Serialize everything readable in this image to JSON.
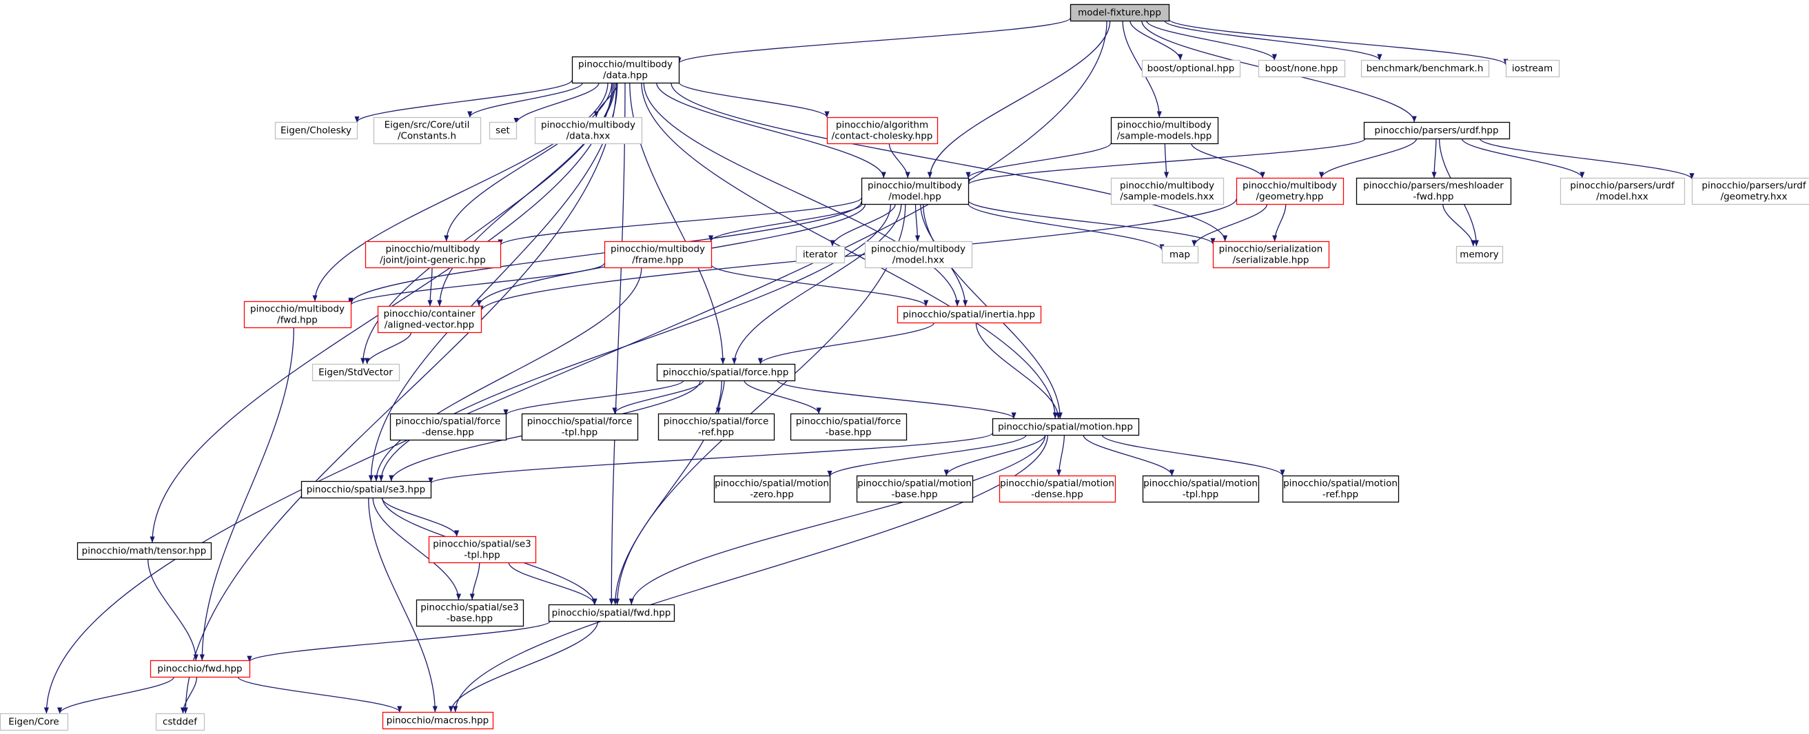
{
  "colors": {
    "background": "#ffffff",
    "edge": "#191970",
    "border_normal": "#000000",
    "border_missing": "#bfbfbf",
    "border_truncated": "#ff0000",
    "root_fill": "#bfbfbf",
    "node_fill": "#ffffff"
  },
  "nodes": [
    {
      "id": "model_fixture",
      "lines": [
        "model-fixture.hpp"
      ],
      "style": "root"
    },
    {
      "id": "multibody_data",
      "lines": [
        "pinocchio/multibody",
        "/data.hpp"
      ],
      "style": "normal"
    },
    {
      "id": "boost_optional",
      "lines": [
        "boost/optional.hpp"
      ],
      "style": "missing"
    },
    {
      "id": "boost_none",
      "lines": [
        "boost/none.hpp"
      ],
      "style": "missing"
    },
    {
      "id": "benchmark",
      "lines": [
        "benchmark/benchmark.h"
      ],
      "style": "missing"
    },
    {
      "id": "iostream",
      "lines": [
        "iostream"
      ],
      "style": "missing"
    },
    {
      "id": "eigen_cholesky",
      "lines": [
        "Eigen/Cholesky"
      ],
      "style": "missing"
    },
    {
      "id": "eigen_constants",
      "lines": [
        "Eigen/src/Core/util",
        "/Constants.h"
      ],
      "style": "missing"
    },
    {
      "id": "set",
      "lines": [
        "set"
      ],
      "style": "missing"
    },
    {
      "id": "data_hxx",
      "lines": [
        "pinocchio/multibody",
        "/data.hxx"
      ],
      "style": "missing"
    },
    {
      "id": "contact_cholesky",
      "lines": [
        "pinocchio/algorithm",
        "/contact-cholesky.hpp"
      ],
      "style": "truncated"
    },
    {
      "id": "sample_models",
      "lines": [
        "pinocchio/multibody",
        "/sample-models.hpp"
      ],
      "style": "normal"
    },
    {
      "id": "urdf",
      "lines": [
        "pinocchio/parsers/urdf.hpp"
      ],
      "style": "normal"
    },
    {
      "id": "model",
      "lines": [
        "pinocchio/multibody",
        "/model.hpp"
      ],
      "style": "normal"
    },
    {
      "id": "sample_models_hxx",
      "lines": [
        "pinocchio/multibody",
        "/sample-models.hxx"
      ],
      "style": "missing"
    },
    {
      "id": "geometry",
      "lines": [
        "pinocchio/multibody",
        "/geometry.hpp"
      ],
      "style": "truncated"
    },
    {
      "id": "meshloader",
      "lines": [
        "pinocchio/parsers/meshloader",
        "-fwd.hpp"
      ],
      "style": "normal"
    },
    {
      "id": "urdf_model_hxx",
      "lines": [
        "pinocchio/parsers/urdf",
        "/model.hxx"
      ],
      "style": "missing"
    },
    {
      "id": "urdf_geometry_hxx",
      "lines": [
        "pinocchio/parsers/urdf",
        "/geometry.hxx"
      ],
      "style": "missing"
    },
    {
      "id": "joint_generic",
      "lines": [
        "pinocchio/multibody",
        "/joint/joint-generic.hpp"
      ],
      "style": "truncated"
    },
    {
      "id": "frame",
      "lines": [
        "pinocchio/multibody",
        "/frame.hpp"
      ],
      "style": "truncated"
    },
    {
      "id": "iterator",
      "lines": [
        "iterator"
      ],
      "style": "missing"
    },
    {
      "id": "model_hxx",
      "lines": [
        "pinocchio/multibody",
        "/model.hxx"
      ],
      "style": "missing"
    },
    {
      "id": "map",
      "lines": [
        "map"
      ],
      "style": "missing"
    },
    {
      "id": "serializable",
      "lines": [
        "pinocchio/serialization",
        "/serializable.hpp"
      ],
      "style": "truncated"
    },
    {
      "id": "memory",
      "lines": [
        "memory"
      ],
      "style": "missing"
    },
    {
      "id": "multibody_fwd",
      "lines": [
        "pinocchio/multibody",
        "/fwd.hpp"
      ],
      "style": "truncated"
    },
    {
      "id": "aligned_vector",
      "lines": [
        "pinocchio/container",
        "/aligned-vector.hpp"
      ],
      "style": "truncated"
    },
    {
      "id": "inertia",
      "lines": [
        "pinocchio/spatial/inertia.hpp"
      ],
      "style": "truncated"
    },
    {
      "id": "eigen_stdvector",
      "lines": [
        "Eigen/StdVector"
      ],
      "style": "missing"
    },
    {
      "id": "force",
      "lines": [
        "pinocchio/spatial/force.hpp"
      ],
      "style": "normal"
    },
    {
      "id": "force_dense",
      "lines": [
        "pinocchio/spatial/force",
        "-dense.hpp"
      ],
      "style": "normal"
    },
    {
      "id": "force_tpl",
      "lines": [
        "pinocchio/spatial/force",
        "-tpl.hpp"
      ],
      "style": "normal"
    },
    {
      "id": "force_ref",
      "lines": [
        "pinocchio/spatial/force",
        "-ref.hpp"
      ],
      "style": "normal"
    },
    {
      "id": "force_base",
      "lines": [
        "pinocchio/spatial/force",
        "-base.hpp"
      ],
      "style": "normal"
    },
    {
      "id": "motion",
      "lines": [
        "pinocchio/spatial/motion.hpp"
      ],
      "style": "normal"
    },
    {
      "id": "se3",
      "lines": [
        "pinocchio/spatial/se3.hpp"
      ],
      "style": "normal"
    },
    {
      "id": "motion_zero",
      "lines": [
        "pinocchio/spatial/motion",
        "-zero.hpp"
      ],
      "style": "normal"
    },
    {
      "id": "motion_base",
      "lines": [
        "pinocchio/spatial/motion",
        "-base.hpp"
      ],
      "style": "normal"
    },
    {
      "id": "motion_dense",
      "lines": [
        "pinocchio/spatial/motion",
        "-dense.hpp"
      ],
      "style": "truncated"
    },
    {
      "id": "motion_tpl",
      "lines": [
        "pinocchio/spatial/motion",
        "-tpl.hpp"
      ],
      "style": "normal"
    },
    {
      "id": "motion_ref",
      "lines": [
        "pinocchio/spatial/motion",
        "-ref.hpp"
      ],
      "style": "normal"
    },
    {
      "id": "tensor",
      "lines": [
        "pinocchio/math/tensor.hpp"
      ],
      "style": "normal"
    },
    {
      "id": "se3_tpl",
      "lines": [
        "pinocchio/spatial/se3",
        "-tpl.hpp"
      ],
      "style": "truncated"
    },
    {
      "id": "se3_base",
      "lines": [
        "pinocchio/spatial/se3",
        "-base.hpp"
      ],
      "style": "normal"
    },
    {
      "id": "spatial_fwd",
      "lines": [
        "pinocchio/spatial/fwd.hpp"
      ],
      "style": "normal"
    },
    {
      "id": "pinocchio_fwd",
      "lines": [
        "pinocchio/fwd.hpp"
      ],
      "style": "truncated"
    },
    {
      "id": "eigen_core",
      "lines": [
        "Eigen/Core"
      ],
      "style": "missing"
    },
    {
      "id": "cstddef",
      "lines": [
        "cstddef"
      ],
      "style": "missing"
    },
    {
      "id": "macros",
      "lines": [
        "pinocchio/macros.hpp"
      ],
      "style": "truncated"
    }
  ],
  "edges": [
    [
      "model_fixture",
      "multibody_data"
    ],
    [
      "model_fixture",
      "boost_optional"
    ],
    [
      "model_fixture",
      "boost_none"
    ],
    [
      "model_fixture",
      "benchmark"
    ],
    [
      "model_fixture",
      "iostream"
    ],
    [
      "model_fixture",
      "eigen_core"
    ],
    [
      "model_fixture",
      "model"
    ],
    [
      "model_fixture",
      "sample_models"
    ],
    [
      "model_fixture",
      "urdf"
    ],
    [
      "multibody_data",
      "eigen_cholesky"
    ],
    [
      "multibody_data",
      "eigen_constants"
    ],
    [
      "multibody_data",
      "set"
    ],
    [
      "multibody_data",
      "data_hxx"
    ],
    [
      "multibody_data",
      "contact_cholesky"
    ],
    [
      "multibody_data",
      "model"
    ],
    [
      "multibody_data",
      "joint_generic"
    ],
    [
      "multibody_data",
      "multibody_fwd"
    ],
    [
      "multibody_data",
      "aligned_vector"
    ],
    [
      "multibody_data",
      "eigen_stdvector"
    ],
    [
      "multibody_data",
      "tensor"
    ],
    [
      "multibody_data",
      "se3"
    ],
    [
      "multibody_data",
      "force"
    ],
    [
      "multibody_data",
      "motion"
    ],
    [
      "multibody_data",
      "inertia"
    ],
    [
      "multibody_data",
      "serializable"
    ],
    [
      "multibody_data",
      "cstddef"
    ],
    [
      "multibody_data",
      "spatial_fwd"
    ],
    [
      "contact_cholesky",
      "model"
    ],
    [
      "sample_models",
      "model"
    ],
    [
      "sample_models",
      "sample_models_hxx"
    ],
    [
      "sample_models",
      "geometry"
    ],
    [
      "urdf",
      "model"
    ],
    [
      "urdf",
      "geometry"
    ],
    [
      "urdf",
      "meshloader"
    ],
    [
      "urdf",
      "urdf_model_hxx"
    ],
    [
      "urdf",
      "urdf_geometry_hxx"
    ],
    [
      "urdf",
      "memory"
    ],
    [
      "meshloader",
      "memory"
    ],
    [
      "geometry",
      "map"
    ],
    [
      "geometry",
      "serializable"
    ],
    [
      "geometry",
      "aligned_vector"
    ],
    [
      "model",
      "joint_generic"
    ],
    [
      "model",
      "frame"
    ],
    [
      "model",
      "iterator"
    ],
    [
      "model",
      "model_hxx"
    ],
    [
      "model",
      "map"
    ],
    [
      "model",
      "serializable"
    ],
    [
      "model",
      "multibody_fwd"
    ],
    [
      "model",
      "aligned_vector"
    ],
    [
      "model",
      "inertia"
    ],
    [
      "model",
      "force"
    ],
    [
      "model",
      "motion"
    ],
    [
      "model",
      "se3"
    ],
    [
      "model",
      "spatial_fwd"
    ],
    [
      "joint_generic",
      "aligned_vector"
    ],
    [
      "frame",
      "multibody_fwd"
    ],
    [
      "frame",
      "inertia"
    ],
    [
      "frame",
      "se3"
    ],
    [
      "aligned_vector",
      "eigen_stdvector"
    ],
    [
      "multibody_fwd",
      "pinocchio_fwd"
    ],
    [
      "inertia",
      "force"
    ],
    [
      "inertia",
      "motion"
    ],
    [
      "force",
      "force_dense"
    ],
    [
      "force",
      "force_tpl"
    ],
    [
      "force",
      "force_ref"
    ],
    [
      "force",
      "force_base"
    ],
    [
      "force",
      "motion"
    ],
    [
      "force",
      "se3"
    ],
    [
      "force",
      "spatial_fwd"
    ],
    [
      "motion",
      "se3"
    ],
    [
      "motion",
      "motion_zero"
    ],
    [
      "motion",
      "motion_base"
    ],
    [
      "motion",
      "motion_dense"
    ],
    [
      "motion",
      "motion_tpl"
    ],
    [
      "motion",
      "motion_ref"
    ],
    [
      "motion",
      "spatial_fwd"
    ],
    [
      "motion",
      "macros"
    ],
    [
      "se3",
      "se3_tpl"
    ],
    [
      "se3",
      "se3_base"
    ],
    [
      "se3",
      "spatial_fwd"
    ],
    [
      "se3",
      "macros"
    ],
    [
      "se3_tpl",
      "se3_base"
    ],
    [
      "se3_tpl",
      "spatial_fwd"
    ],
    [
      "tensor",
      "pinocchio_fwd"
    ],
    [
      "spatial_fwd",
      "pinocchio_fwd"
    ],
    [
      "spatial_fwd",
      "macros"
    ],
    [
      "pinocchio_fwd",
      "eigen_core"
    ],
    [
      "pinocchio_fwd",
      "cstddef"
    ],
    [
      "pinocchio_fwd",
      "macros"
    ]
  ]
}
